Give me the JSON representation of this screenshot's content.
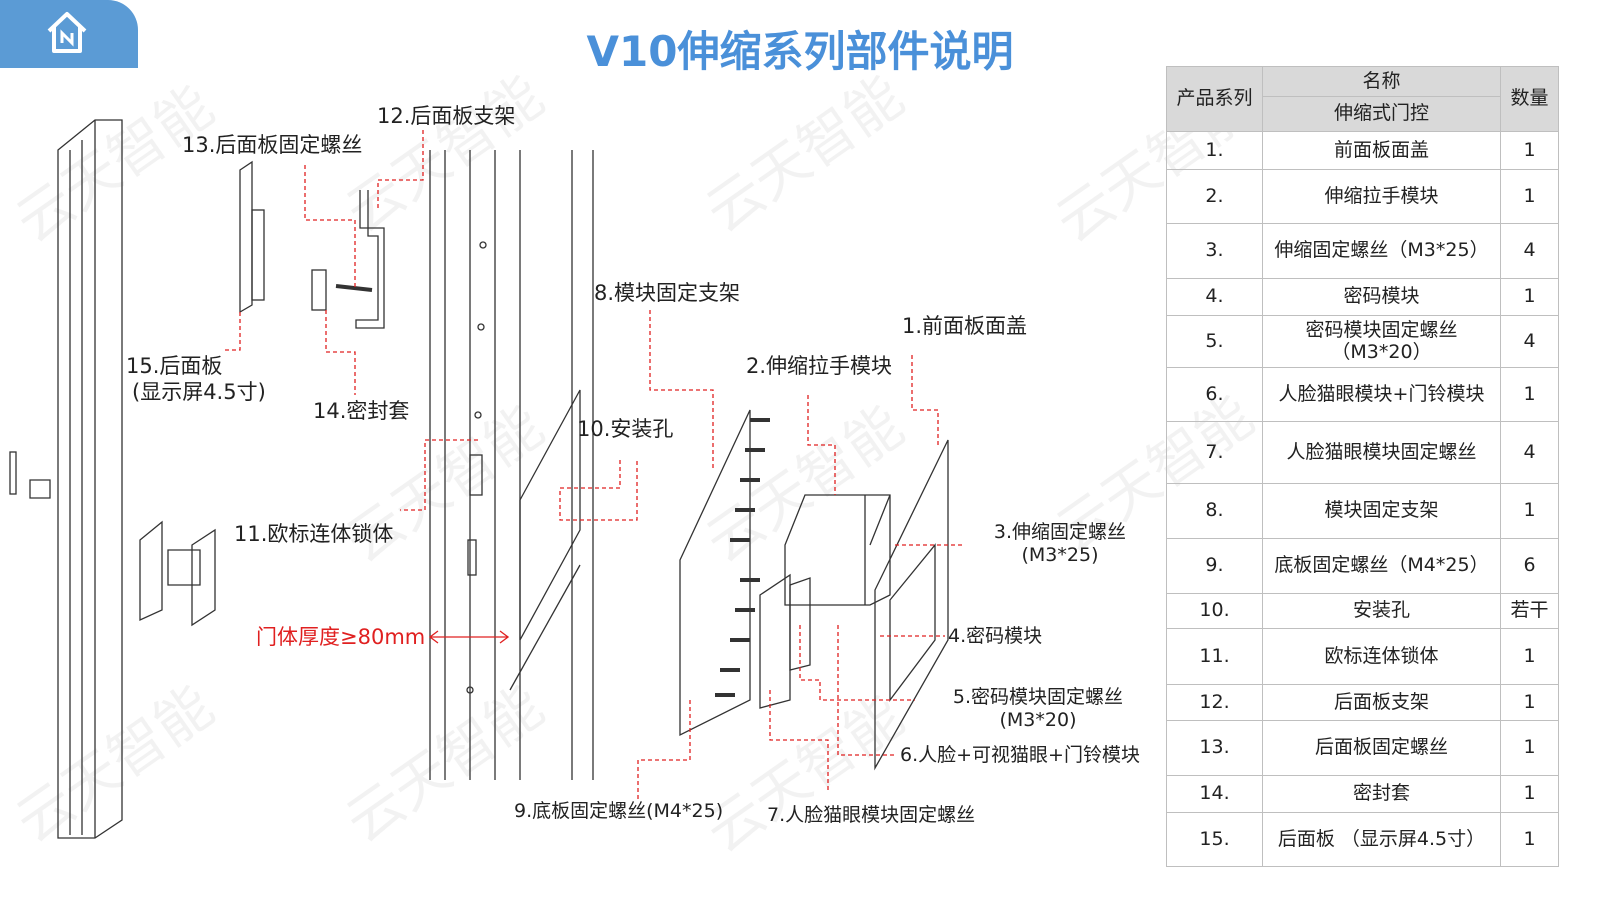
{
  "header": {
    "title": "V10伸缩系列部件说明",
    "home_icon": "home-icon"
  },
  "watermark": "云天智能",
  "diagram": {
    "labels": {
      "l1": "1.前面板面盖",
      "l2": "2.伸缩拉手模块",
      "l3a": "3.伸缩固定螺丝",
      "l3b": "(M3*25)",
      "l4": "4.密码模块",
      "l5a": "5.密码模块固定螺丝",
      "l5b": "(M3*20)",
      "l6": "6.人脸+可视猫眼+门铃模块",
      "l7": "7.人脸猫眼模块固定螺丝",
      "l8": "8.模块固定支架",
      "l9": "9.底板固定螺丝(M4*25)",
      "l10": "10.安装孔",
      "l11": "11.欧标连体锁体",
      "l12": "12.后面板支架",
      "l13": "13.后面板固定螺丝",
      "l14": "14.密封套",
      "l15a": "15.后面板",
      "l15b": "(显示屏4.5寸)",
      "thickness": "门体厚度≥80mm"
    }
  },
  "table": {
    "header": {
      "series": "产品系列",
      "name": "名称",
      "type": "伸缩式门控",
      "qty": "数量"
    },
    "rows": [
      {
        "no": "1.",
        "name": "前面板面盖",
        "qty": "1"
      },
      {
        "no": "2.",
        "name": "伸缩拉手模块",
        "qty": "1"
      },
      {
        "no": "3.",
        "name": "伸缩固定螺丝（M3*25）",
        "qty": "4"
      },
      {
        "no": "4.",
        "name": "密码模块",
        "qty": "1"
      },
      {
        "no": "5.",
        "name": "密码模块固定螺丝（M3*20）",
        "qty": "4"
      },
      {
        "no": "6.",
        "name": "人脸猫眼模块+门铃模块",
        "qty": "1"
      },
      {
        "no": "7.",
        "name": "人脸猫眼模块固定螺丝",
        "qty": "4"
      },
      {
        "no": "8.",
        "name": "模块固定支架",
        "qty": "1"
      },
      {
        "no": "9.",
        "name": "底板固定螺丝（M4*25）",
        "qty": "6"
      },
      {
        "no": "10.",
        "name": "安装孔",
        "qty": "若干"
      },
      {
        "no": "11.",
        "name": "欧标连体锁体",
        "qty": "1"
      },
      {
        "no": "12.",
        "name": "后面板支架",
        "qty": "1"
      },
      {
        "no": "13.",
        "name": "后面板固定螺丝",
        "qty": "1"
      },
      {
        "no": "14.",
        "name": "密封套",
        "qty": "1"
      },
      {
        "no": "15.",
        "name": "后面板 （显示屏4.5寸）",
        "qty": "1"
      }
    ]
  }
}
